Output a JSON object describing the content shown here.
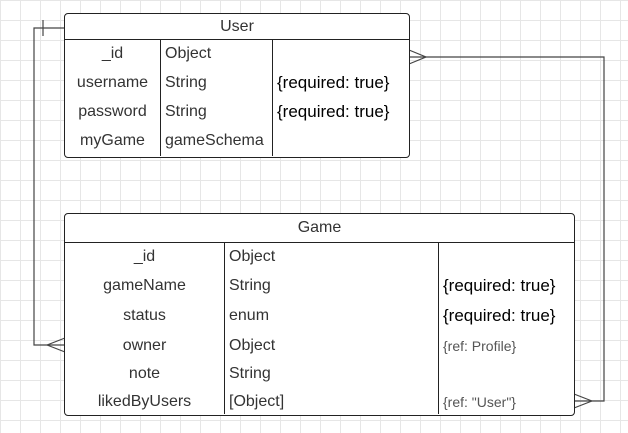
{
  "diagram": {
    "entities": [
      {
        "id": "user",
        "title": "User",
        "rows": [
          {
            "field": "_id",
            "type": "Object",
            "option": ""
          },
          {
            "field": "username",
            "type": "String",
            "option": "{required: true}"
          },
          {
            "field": "password",
            "type": "String",
            "option": "{required: true}"
          },
          {
            "field": "myGame",
            "type": "gameSchema",
            "option": ""
          }
        ]
      },
      {
        "id": "game",
        "title": "Game",
        "rows": [
          {
            "field": "_id",
            "type": "Object",
            "option": ""
          },
          {
            "field": "gameName",
            "type": "String",
            "option": "{required: true}"
          },
          {
            "field": "status",
            "type": "enum",
            "option": "{required: true}"
          },
          {
            "field": "owner",
            "type": "Object",
            "option": "{ref: Profile}"
          },
          {
            "field": "note",
            "type": "String",
            "option": ""
          },
          {
            "field": "likedByUsers",
            "type": "[Object]",
            "option": "{ref: \"User\"}"
          }
        ]
      }
    ],
    "relationships": [
      {
        "from": "user",
        "to": "game.owner",
        "from_end": "one",
        "to_end": "many"
      },
      {
        "from": "game.likedByUsers",
        "to": "user",
        "from_end": "many",
        "to_end": "many"
      }
    ]
  }
}
